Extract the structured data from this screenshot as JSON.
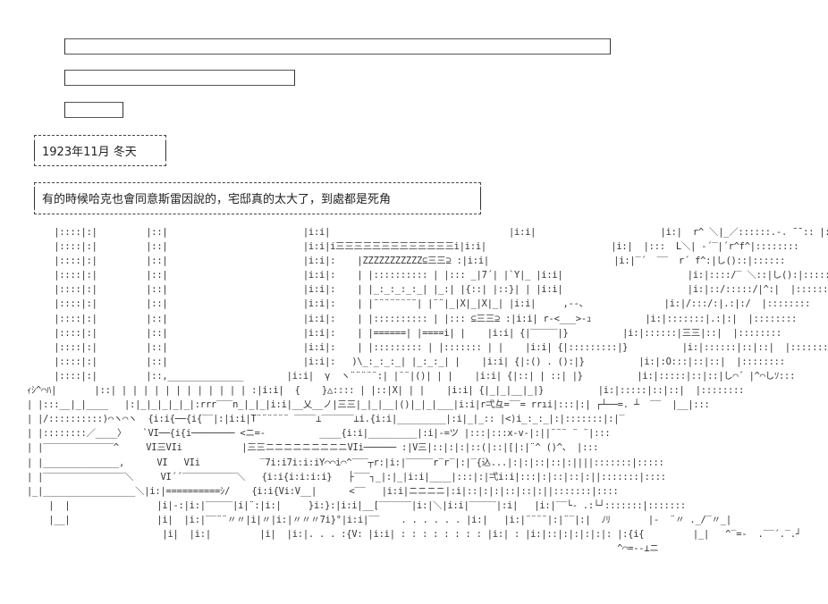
{
  "header": {
    "date_caption": "1923年11月 冬天",
    "narration": "有的時候哈克也會同意斯雷因說的，宅邸真的太大了，到處都是死角"
  },
  "art": {
    "lines": [
      "     |::::|:|         |::|                         |i:i|                                 |i:i|                       |i:|  r^ ＼|_／::::::.-. ¯¯:: |:::::::",
      "     |::::|:|         |::|                         |i:i|i三三三三三三三三三三三三三i|i:i|                       |i:|  |:::  L＼| -´‾|´r^f^|::::::::",
      "     |::::|:|         |::|                         |i:i|:    |ZZZZZZZZZZZ⊆三三⊇ :|i:i|                       |i:|‾´  ‾‾  r´ f^:|し()::|::::::",
      "     |::::|:|         |::|                         |i:i|:    | |:::::::::: | |::: _|7´| |`Y|_ |i:i|                       |i:|::::/‾ ＼::|し():|:::::::",
      "     |::::|:|         |::|                         |i:i|:    | |_:_:_:_:_| |_:| |{::| |::}| | |i:i|                       |i:|::/:::::/|^:|  |::::::::",
      "     |::::|:|         |::|                         |i:i|:    | |¨¨¨¨¨¨¨¨| |¨¨|_|X|_|X|_| |i:i|     ,‐-、              |i:|/:::/:|.:|:/  |::::::::",
      "     |::::|:|         |::|                         |i:i|:    | |:::::::::: | |::: ⊆三三⊇ :|i:i| r-<___>-ｭ          |i:|:::::::|.:|:|  |::::::::",
      "     |::::|:|         |::|                         |i:i|:    | |======| |====i| |    |i:i| {|‾‾‾‾‾|}          |i:|::::::|三三|::|  |::::::::",
      "     |::::|:|         |::|                         |i:i|:    | |::::::::: | |::::::: | |    |i:i| {|:::::::::|}          |i:|::::::|::|::|  |::::::::",
      "     |::::|:|         |::|                         |i:i|:   )\\_:_:_:_| |_:_:_| |    |i:i| {|:() . ():|}          |i:|:O:::|::|::|  |::::::::",
      "     |::::|:|         |::,______________        |i:i|  γ  ヽ¨¨¨¨¨:| |¨¨|()| | |    |i:i| {|::| | ::| |}          |i:|:::::|::|::|し⌒´ |^⌒しｿ:::",
      "ｨｼ^⌒ﾊ|       |::| | | | | | | | | | | | | :|i:i|  {    }△:::: | |::|X| | |    |i:i| {|_|_|__|_|}          |i:|:::::|::|::|  |::::::::",
      "| |:::__|_|____   |:|_|_|_|_|_|:rrr‾‾‾n_|_|_|i:i|__乂__ノ|三三|_|_|__|()|_|_|___|i:i|r弌彑=‾‾= rrıi|:::|:| ┌┴──=. ┴  ‾‾  |__|:::",
      "| |/::::::::::)⌒ヽ⌒ヽ  {i:i{──{i{‾‾|:|i:i|T¨¨¨¨¨¨ ‾‾‾‾⊥‾‾‾‾‾‾⊥i.{i:i|_________|:i|_|_:: |<⟩i_:_:_|:|:::::::|:|‾",
      "| |::::::::／____〉   `VI──{i{i──────── <ニ=-          ____{i:i|_________|:i|-=ツ |:::|:::x-v-|:||¨¨¨ ¨ ¨|:::",
      "| |‾‾‾‾‾‾‾‾‾‾‾‾‾^     VI三VIi           |三三ニニニニニニニニニVIi────── :|V三|::|:|:|::(|::|[|:|¨^ ()^、 |:::",
      "| |______________,      VI   VIi           ‾7i:i7i:i:iY⌒⌒i⌒^‾‾‾┬r:|i:|‾‾‾‾‾r‾r‾|:|‾{込...|:|:|::|::|:||||:::::::|:::::",
      "| |‾‾‾‾‾‾‾‾‾‾‾‾‾‾‾＼     VI´´‾‾‾‾‾‾‾‾‾‾＼   {i:i{i:i:i:i}   ├‾‾‾┐_|:|_|i:i|____|:::|:|弌i:i|:::|:|::|::|:||:::::::|::::",
      "|_|_________________＼|i:|==========ｼ/    {i:i{Vi:V__|      <‾‾   |i:i|ニニニニ|:i|::|:|:|::|::|:||:::::::|::::",
      "    |  |                |i|-:|i:|‾‾‾‾‾|i|¨:|i:|     }i:}:|i:i|__[‾‾‾‾‾‾|i:|＼|i:i|‾‾‾‾‾|:i|   |i:|‾‾└‐ .:└┘:::::::|:::::::",
      "    |__|                |i|  |i:|‾‾¨¨〃〃|i|〃|i:|〃〃〃7i}°|i:i|‾‾    . . . . . . |i:|   |i:|¨¨¨¨|:|¨‾|:|  ﾉﾘ       |‐  ¨〃 ._/‾〃_|",
      "                         |i|  |i:|         |i|  |i:|. . . :{V: |i:i| : : : : : : : : |i:| : |i:|::|:|:|:|:|: |:{i{         |_|   ^‾=-  .‾‾´.‾.┘",
      "                                                                                                             ^⌒=-‐⊥ニ"
    ]
  }
}
